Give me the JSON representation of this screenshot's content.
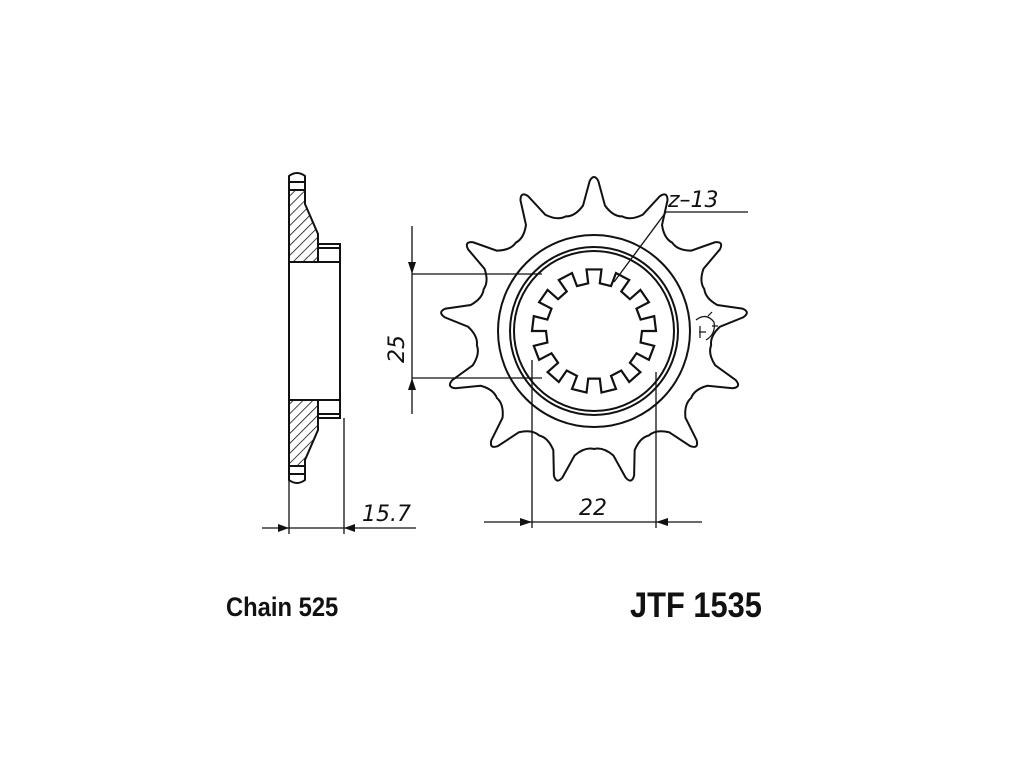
{
  "drawing": {
    "tooth_label": "z–13",
    "dim_bore": "25",
    "dim_spline": "22",
    "dim_width": "15.7"
  },
  "captions": {
    "chain": "Chain 525",
    "part_number": "JTF 1535"
  },
  "colors": {
    "line": "#111111",
    "background": "#ffffff"
  }
}
